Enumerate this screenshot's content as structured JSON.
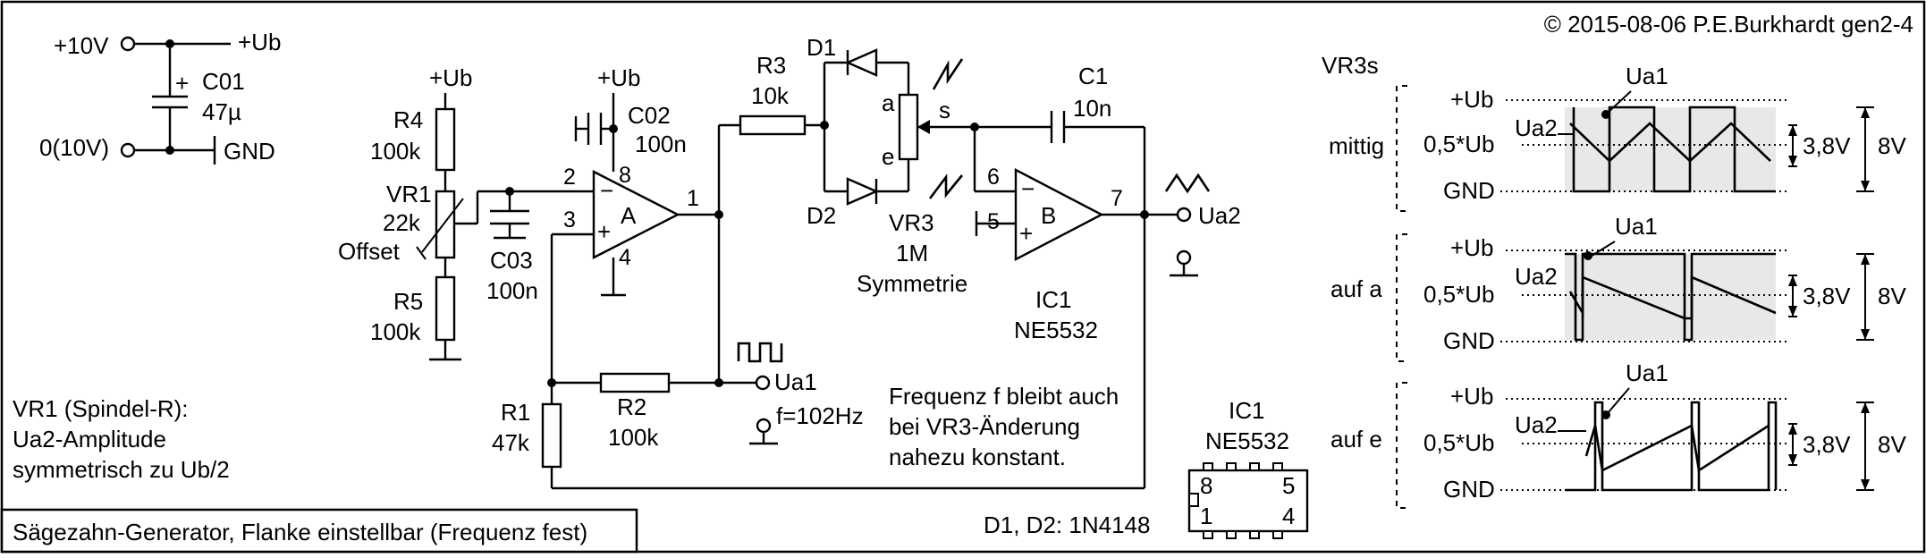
{
  "header": {
    "copyright": "© 2015-08-06 P.E.Burkhardt gen2-4",
    "title": "Sägezahn-Generator, Flanke einstellbar (Frequenz fest)"
  },
  "supply": {
    "plus10v": "+10V",
    "ub": "+Ub",
    "zero": "0(10V)",
    "gnd": "GND",
    "c01_name": "C01",
    "c01_value": "47µ",
    "c01_plus": "+"
  },
  "components": {
    "r4_name": "R4",
    "r4_value": "100k",
    "r4_supply": "+Ub",
    "vr1_name": "VR1",
    "vr1_value": "22k",
    "vr1_label": "Offset",
    "r5_name": "R5",
    "r5_value": "100k",
    "c03_name": "C03",
    "c03_value": "100n",
    "c02_name": "C02",
    "c02_value": "100n",
    "c02_supply": "+Ub",
    "opamp_a": "A",
    "opamp_b": "B",
    "pin_2": "2",
    "pin_3": "3",
    "pin_8": "8",
    "pin_4": "4",
    "pin_1": "1",
    "pin_6": "6",
    "pin_5": "5",
    "pin_7": "7",
    "minus": "−",
    "plus": "+",
    "r3_name": "R3",
    "r3_value": "10k",
    "d1": "D1",
    "d2": "D2",
    "vr3_a": "a",
    "vr3_e": "e",
    "vr3_s": "s",
    "vr3_name": "VR3",
    "vr3_value": "1M",
    "vr3_label": "Symmetrie",
    "c1_name": "C1",
    "c1_value": "10n",
    "ic1_name": "IC1",
    "ic1_type": "NE5532",
    "ua2": "Ua2",
    "ua1": "Ua1",
    "freq": "f=102Hz",
    "r1_name": "R1",
    "r1_value": "47k",
    "r2_name": "R2",
    "r2_value": "100k"
  },
  "notes": {
    "freq_note_1": "Frequenz f bleibt auch",
    "freq_note_2": "bei VR3-Änderung",
    "freq_note_3": "nahezu konstant.",
    "vr1_note_1": "VR1 (Spindel-R):",
    "vr1_note_2": "Ua2-Amplitude",
    "vr1_note_3": "symmetrisch zu Ub/2",
    "diodes": "D1, D2: 1N4148"
  },
  "package": {
    "name": "IC1",
    "type": "NE5532",
    "pin8": "8",
    "pin5": "5",
    "pin1": "1",
    "pin4": "4"
  },
  "waveforms": {
    "title": "VR3s",
    "level_top": "+Ub",
    "level_mid": "0,5*Ub",
    "level_bottom": "GND",
    "amp_small": "3,8V",
    "amp_large": "8V",
    "ua1": "Ua1",
    "ua2": "Ua2",
    "rows": [
      {
        "label": "mittig"
      },
      {
        "label": "auf a"
      },
      {
        "label": "auf e"
      }
    ]
  }
}
